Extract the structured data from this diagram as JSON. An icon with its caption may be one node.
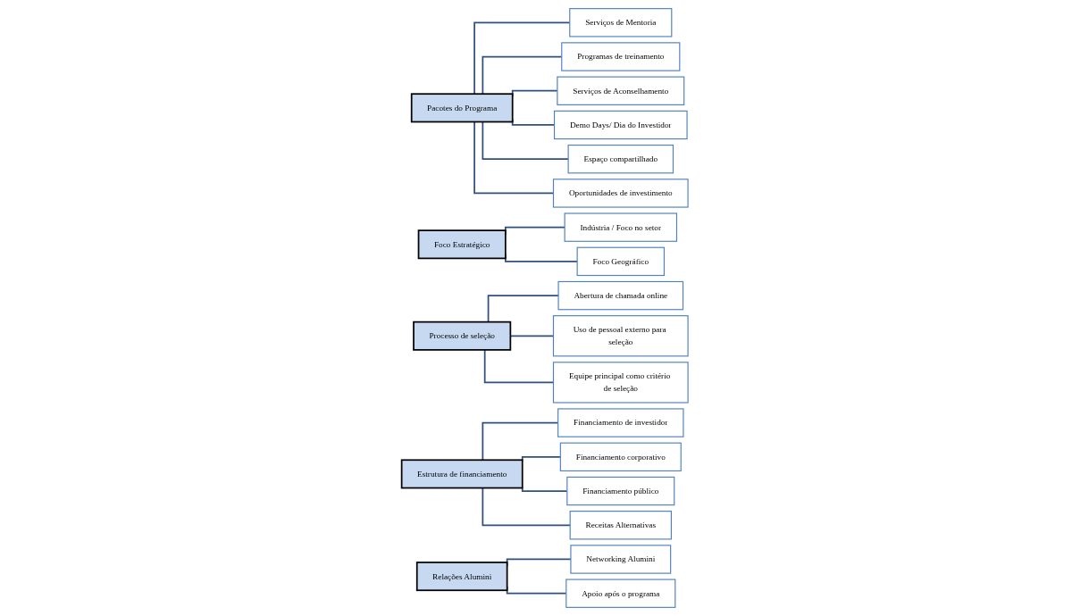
{
  "diagram": {
    "nodes": [
      {
        "text": [
          "Pacotes do Programa"
        ]
      },
      {
        "text": [
          "Serviços de Mentoria"
        ]
      },
      {
        "text": [
          "Programas de treinamento"
        ]
      },
      {
        "text": [
          "Serviços de Aconselhamento"
        ]
      },
      {
        "text": [
          "Demo Days/ Dia do Investidor"
        ]
      },
      {
        "text": [
          "Espaço compartilhado"
        ]
      },
      {
        "text": [
          "Oportunidades de investimento"
        ]
      },
      {
        "text": [
          "Foco Estratégico"
        ]
      },
      {
        "text": [
          "Indústria / Foco no setor"
        ]
      },
      {
        "text": [
          "Foco Geográfico"
        ]
      },
      {
        "text": [
          "Processo de seleção"
        ]
      },
      {
        "text": [
          "Abertura de chamada online"
        ]
      },
      {
        "text": [
          "Uso de pessoal externo para seleção"
        ]
      },
      {
        "text": [
          "Equipe principal como critério de seleção"
        ]
      },
      {
        "text": [
          "Estrutura de financiamento"
        ]
      },
      {
        "text": [
          "Financiamento de investidor"
        ]
      },
      {
        "text": [
          "Financiamento corporativo"
        ]
      },
      {
        "text": [
          "Financiamento público"
        ]
      },
      {
        "text": [
          "Receitas Alternativas"
        ]
      },
      {
        "text": [
          "Relações Alumini"
        ]
      },
      {
        "text": [
          "Networking Alumini"
        ]
      },
      {
        "text": [
          "Apoio após o programa"
        ]
      }
    ],
    "edges": [
      {
        "from": 0,
        "to": 1,
        "arrow": "none"
      },
      {
        "from": 0,
        "to": 2,
        "arrow": "none"
      },
      {
        "from": 0,
        "to": 3,
        "arrow": "none"
      },
      {
        "from": 0,
        "to": 4,
        "arrow": "none"
      },
      {
        "from": 0,
        "to": 5,
        "arrow": "none"
      },
      {
        "from": 0,
        "to": 6,
        "arrow": "none"
      },
      {
        "from": 7,
        "to": 8,
        "arrow": "none"
      },
      {
        "from": 7,
        "to": 9,
        "arrow": "none"
      },
      {
        "from": 10,
        "to": 11,
        "arrow": "none"
      },
      {
        "from": 10,
        "to": 12,
        "arrow": "none"
      },
      {
        "from": 10,
        "to": 13,
        "arrow": "none"
      },
      {
        "from": 14,
        "to": 15,
        "arrow": "none"
      },
      {
        "from": 14,
        "to": 16,
        "arrow": "none"
      },
      {
        "from": 14,
        "to": 17,
        "arrow": "none"
      },
      {
        "from": 14,
        "to": 18,
        "arrow": "none"
      },
      {
        "from": 19,
        "to": 20,
        "arrow": "none"
      },
      {
        "from": 19,
        "to": 21,
        "arrow": "none"
      }
    ]
  }
}
